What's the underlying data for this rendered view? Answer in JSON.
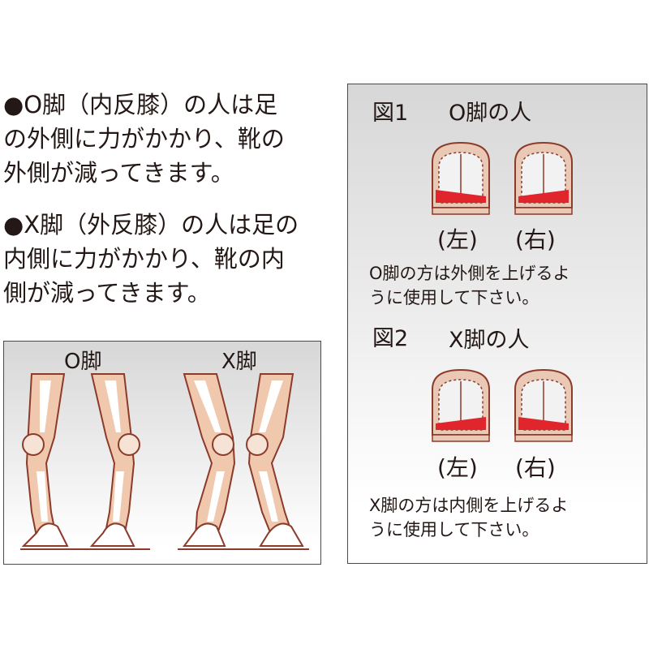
{
  "paragraphs": {
    "o_leg": "●O脚（内反膝）の人は足\nの外側に力がかかり、靴の\n外側が減ってきます。",
    "x_leg": "●X脚（外反膝）の人は足の\n内側に力がかかり、靴の内\n側が減ってきます。"
  },
  "legs_panel": {
    "o_label": "O脚",
    "x_label": "X脚"
  },
  "figures": [
    {
      "number": "図1",
      "title": "O脚の人",
      "left_label": "(左)",
      "right_label": "(右)",
      "note": "O脚の方は外側を上げるよ\nうに使用して下さい。"
    },
    {
      "number": "図2",
      "title": "X脚の人",
      "left_label": "(左)",
      "right_label": "(右)",
      "note": "X脚の方は内側を上げるよ\nうに使用して下さい。"
    }
  ],
  "colors": {
    "skin": "#f0c8ad",
    "outline": "#8c3a2a",
    "wedge": "#e0252d",
    "shoe_fill": "#f2f2f2",
    "sole": "#e9c9b6"
  }
}
